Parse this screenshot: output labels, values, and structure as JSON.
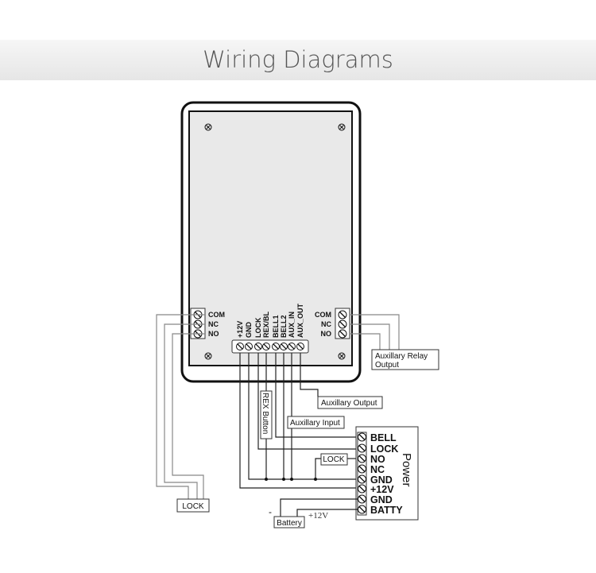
{
  "title": "Wiring Diagrams",
  "device": {
    "left_relay": [
      "COM",
      "NC",
      "NO"
    ],
    "right_relay": [
      "COM",
      "NC",
      "NO"
    ],
    "bottom_terminals": [
      "+12V",
      "GND",
      "LOCK",
      "REX/BL",
      "BELL1",
      "BELL2",
      "AUX_IN",
      "AUX_OUT"
    ]
  },
  "labels": {
    "aux_relay_line1": "Auxillary Relay",
    "aux_relay_line2": "Output",
    "aux_output": "Auxillary Output",
    "aux_input": "Auxillary Input",
    "rex_button": "REX Button",
    "lock_left": "LOCK",
    "lock_power": "LOCK",
    "battery": "Battery",
    "battery_minus": "-",
    "battery_plus": "+12V"
  },
  "power": {
    "title": "Power",
    "terminals": [
      "BELL",
      "LOCK",
      "NO",
      "NC",
      "GND",
      "+12V",
      "GND",
      "BATTY"
    ]
  }
}
